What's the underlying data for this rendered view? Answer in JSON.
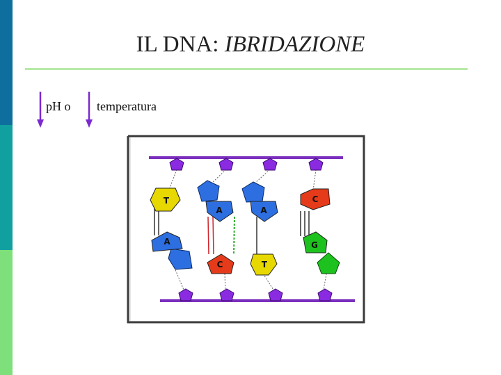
{
  "slide": {
    "title_main": "IL DNA: ",
    "title_italic": "IBRIDAZIONE",
    "label_ph": "pH  o",
    "label_temp": "temperatura"
  },
  "colors": {
    "arrow": "#7a2ad0",
    "backbone": "#7b2fbe",
    "phosphate": "#8a2be2",
    "base_T": "#e6d800",
    "base_A": "#2d6fe0",
    "base_C": "#e53b1a",
    "base_G": "#1ec21e",
    "frame": "#3a3a3a"
  },
  "diagram": {
    "top_bases": [
      "T",
      "A",
      "A",
      "C"
    ],
    "bottom_bases": [
      "A",
      "C",
      "T",
      "G"
    ]
  }
}
